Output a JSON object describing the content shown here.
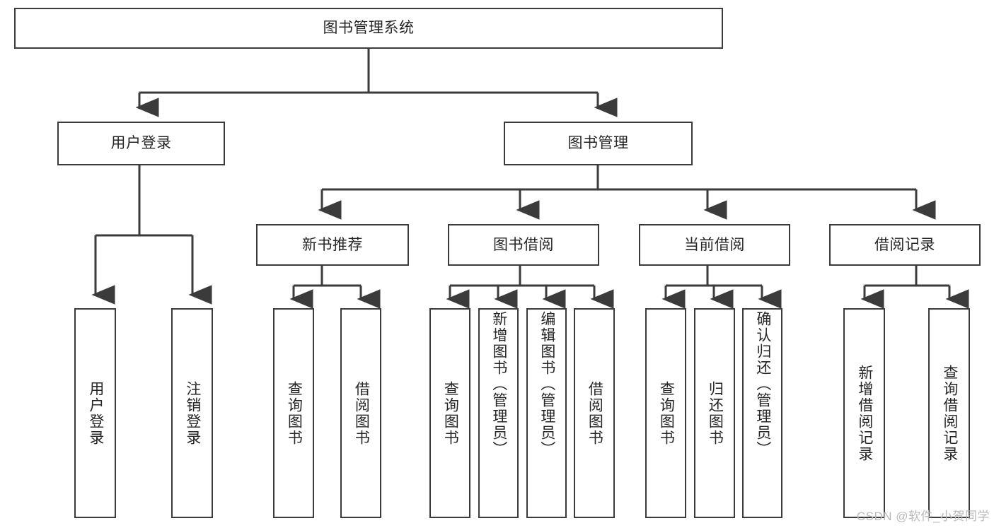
{
  "title": "图书管理系统",
  "watermark": "CSDN @软件_小贺同学",
  "theme": {
    "background": "#ffffff",
    "box_fill": "#ffffff",
    "box_border": "#3b3b3b",
    "text_color": "#262626",
    "connector_color": "#3b3b3b",
    "watermark_color": "#b9b9b9"
  },
  "chart_data": {
    "type": "tree-diagram",
    "title": "图书管理系统",
    "orientation": "top-down",
    "levels": 3,
    "nodes": [
      {
        "id": "root",
        "label": "图书管理系统",
        "level": 0,
        "parent": null,
        "orientation": "horizontal"
      },
      {
        "id": "login",
        "label": "用户登录",
        "level": 1,
        "parent": "root",
        "orientation": "horizontal"
      },
      {
        "id": "bookmgmt",
        "label": "图书管理",
        "level": 1,
        "parent": "root",
        "orientation": "horizontal"
      },
      {
        "id": "newbook",
        "label": "新书推荐",
        "level": 2,
        "parent": "bookmgmt",
        "orientation": "horizontal"
      },
      {
        "id": "borrow",
        "label": "图书借阅",
        "level": 2,
        "parent": "bookmgmt",
        "orientation": "horizontal"
      },
      {
        "id": "current",
        "label": "当前借阅",
        "level": 2,
        "parent": "bookmgmt",
        "orientation": "horizontal"
      },
      {
        "id": "records",
        "label": "借阅记录",
        "level": 2,
        "parent": "bookmgmt",
        "orientation": "horizontal"
      },
      {
        "id": "leaf-user-login",
        "label": "用户登录",
        "level": 3,
        "parent": "login",
        "orientation": "vertical"
      },
      {
        "id": "leaf-logout",
        "label": "注销登录",
        "level": 3,
        "parent": "login",
        "orientation": "vertical"
      },
      {
        "id": "leaf-query-book-1",
        "label": "查询图书",
        "level": 3,
        "parent": "newbook",
        "orientation": "vertical"
      },
      {
        "id": "leaf-borrow-book-1",
        "label": "借阅图书",
        "level": 3,
        "parent": "newbook",
        "orientation": "vertical"
      },
      {
        "id": "leaf-query-book-2",
        "label": "查询图书",
        "level": 3,
        "parent": "borrow",
        "orientation": "vertical"
      },
      {
        "id": "leaf-add-book",
        "label": "新增图书（管理员）",
        "level": 3,
        "parent": "borrow",
        "orientation": "vertical"
      },
      {
        "id": "leaf-edit-book",
        "label": "编辑图书（管理员）",
        "level": 3,
        "parent": "borrow",
        "orientation": "vertical"
      },
      {
        "id": "leaf-borrow-book-2",
        "label": "借阅图书",
        "level": 3,
        "parent": "borrow",
        "orientation": "vertical"
      },
      {
        "id": "leaf-query-book-3",
        "label": "查询图书",
        "level": 3,
        "parent": "current",
        "orientation": "vertical"
      },
      {
        "id": "leaf-return-book",
        "label": "归还图书",
        "level": 3,
        "parent": "current",
        "orientation": "vertical"
      },
      {
        "id": "leaf-confirm-return",
        "label": "确认归还（管理员）",
        "level": 3,
        "parent": "current",
        "orientation": "vertical"
      },
      {
        "id": "leaf-add-record",
        "label": "新增借阅记录",
        "level": 3,
        "parent": "records",
        "orientation": "vertical"
      },
      {
        "id": "leaf-query-record",
        "label": "查询借阅记录",
        "level": 3,
        "parent": "records",
        "orientation": "vertical"
      }
    ],
    "edges": [
      {
        "from": "root",
        "to": "login"
      },
      {
        "from": "root",
        "to": "bookmgmt"
      },
      {
        "from": "bookmgmt",
        "to": "newbook"
      },
      {
        "from": "bookmgmt",
        "to": "borrow"
      },
      {
        "from": "bookmgmt",
        "to": "current"
      },
      {
        "from": "bookmgmt",
        "to": "records"
      },
      {
        "from": "login",
        "to": "leaf-user-login"
      },
      {
        "from": "login",
        "to": "leaf-logout"
      },
      {
        "from": "newbook",
        "to": "leaf-query-book-1"
      },
      {
        "from": "newbook",
        "to": "leaf-borrow-book-1"
      },
      {
        "from": "borrow",
        "to": "leaf-query-book-2"
      },
      {
        "from": "borrow",
        "to": "leaf-add-book"
      },
      {
        "from": "borrow",
        "to": "leaf-edit-book"
      },
      {
        "from": "borrow",
        "to": "leaf-borrow-book-2"
      },
      {
        "from": "current",
        "to": "leaf-query-book-3"
      },
      {
        "from": "current",
        "to": "leaf-return-book"
      },
      {
        "from": "current",
        "to": "leaf-confirm-return"
      },
      {
        "from": "records",
        "to": "leaf-add-record"
      },
      {
        "from": "records",
        "to": "leaf-query-record"
      }
    ]
  },
  "nodes": {
    "root": {
      "label": "图书管理系统"
    },
    "login": {
      "label": "用户登录"
    },
    "bookmgmt": {
      "label": "图书管理"
    },
    "newbook": {
      "label": "新书推荐"
    },
    "borrow": {
      "label": "图书借阅"
    },
    "current": {
      "label": "当前借阅"
    },
    "records": {
      "label": "借阅记录"
    },
    "leaf_user_login": {
      "label": "用户登录"
    },
    "leaf_logout": {
      "label": "注销登录"
    },
    "leaf_query_book_1": {
      "label": "查询图书"
    },
    "leaf_borrow_book_1": {
      "label": "借阅图书"
    },
    "leaf_query_book_2": {
      "label": "查询图书"
    },
    "leaf_add_book": {
      "label": "新增图书（管理员）"
    },
    "leaf_edit_book": {
      "label": "编辑图书（管理员）"
    },
    "leaf_borrow_book_2": {
      "label": "借阅图书"
    },
    "leaf_query_book_3": {
      "label": "查询图书"
    },
    "leaf_return_book": {
      "label": "归还图书"
    },
    "leaf_confirm_return": {
      "label": "确认归还（管理员）"
    },
    "leaf_add_record": {
      "label": "新增借阅记录"
    },
    "leaf_query_record": {
      "label": "查询借阅记录"
    }
  }
}
